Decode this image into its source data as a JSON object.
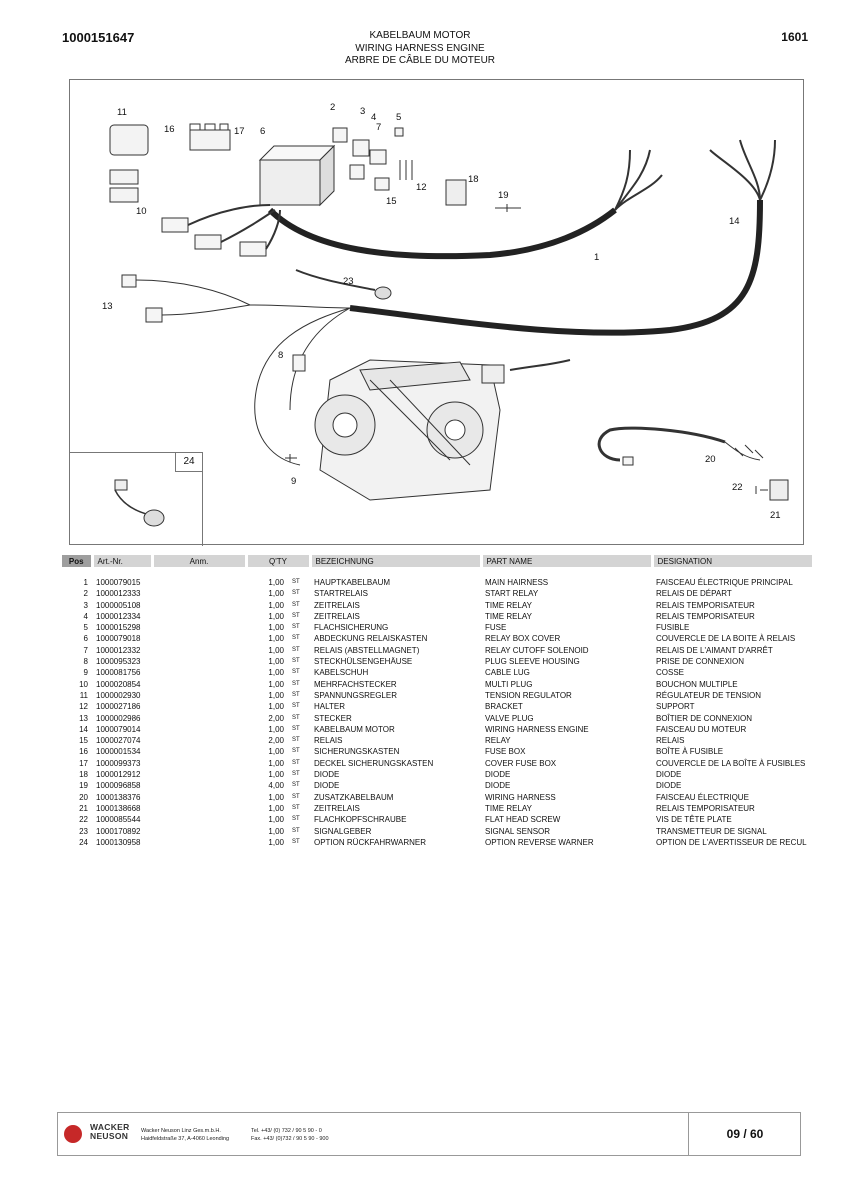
{
  "header": {
    "doc_number": "1000151647",
    "titles": [
      "KABELBAUM MOTOR",
      "WIRING HARNESS ENGINE",
      "ARBRE DE CÂBLE DU MOTEUR"
    ],
    "page_ref": "1601"
  },
  "drawing": {
    "inset_number": "24",
    "callouts": [
      {
        "label": "11"
      },
      {
        "label": "16"
      },
      {
        "label": "17"
      },
      {
        "label": "6"
      },
      {
        "label": "2"
      },
      {
        "label": "3"
      },
      {
        "label": "4"
      },
      {
        "label": "7"
      },
      {
        "label": "5"
      },
      {
        "label": "12"
      },
      {
        "label": "15"
      },
      {
        "label": "18"
      },
      {
        "label": "19"
      },
      {
        "label": "10"
      },
      {
        "label": "14"
      },
      {
        "label": "1"
      },
      {
        "label": "23"
      },
      {
        "label": "13"
      },
      {
        "label": "8"
      },
      {
        "label": "20"
      },
      {
        "label": "22"
      },
      {
        "label": "21"
      },
      {
        "label": "9"
      }
    ]
  },
  "table": {
    "headers": {
      "pos": "Pos",
      "art": "Art.-Nr.",
      "anm": "Anm.",
      "qty": "Q'TY",
      "de": "BEZEICHNUNG",
      "en": "PART NAME",
      "fr": "DESIGNATION"
    },
    "rows": [
      {
        "pos": "1",
        "art": "1000079015",
        "anm": "",
        "qty": "1,00",
        "unit": "ST",
        "de": "HAUPTKABELBAUM",
        "en": "MAIN HAIRNESS",
        "fr": "FAISCEAU ÉLECTRIQUE PRINCIPAL"
      },
      {
        "pos": "2",
        "art": "1000012333",
        "anm": "",
        "qty": "1,00",
        "unit": "ST",
        "de": "STARTRELAIS",
        "en": "START RELAY",
        "fr": "RELAIS DE DÉPART"
      },
      {
        "pos": "3",
        "art": "1000005108",
        "anm": "",
        "qty": "1,00",
        "unit": "ST",
        "de": "ZEITRELAIS",
        "en": "TIME RELAY",
        "fr": "RELAIS TEMPORISATEUR"
      },
      {
        "pos": "4",
        "art": "1000012334",
        "anm": "",
        "qty": "1,00",
        "unit": "ST",
        "de": "ZEITRELAIS",
        "en": "TIME RELAY",
        "fr": "RELAIS TEMPORISATEUR"
      },
      {
        "pos": "5",
        "art": "1000015298",
        "anm": "",
        "qty": "1,00",
        "unit": "ST",
        "de": "FLACHSICHERUNG",
        "en": "FUSE",
        "fr": "FUSIBLE"
      },
      {
        "pos": "6",
        "art": "1000079018",
        "anm": "",
        "qty": "1,00",
        "unit": "ST",
        "de": "ABDECKUNG RELAISKASTEN",
        "en": "RELAY BOX COVER",
        "fr": "COUVERCLE DE LA BOITE À RELAIS"
      },
      {
        "pos": "7",
        "art": "1000012332",
        "anm": "",
        "qty": "1,00",
        "unit": "ST",
        "de": "RELAIS (ABSTELLMAGNET)",
        "en": "RELAY CUTOFF SOLENOID",
        "fr": "RELAIS DE L'AIMANT D'ARRÊT"
      },
      {
        "pos": "8",
        "art": "1000095323",
        "anm": "",
        "qty": "1,00",
        "unit": "ST",
        "de": "STECKHÜLSENGEHÄUSE",
        "en": "PLUG SLEEVE HOUSING",
        "fr": "PRISE DE CONNEXION"
      },
      {
        "pos": "9",
        "art": "1000081756",
        "anm": "",
        "qty": "1,00",
        "unit": "ST",
        "de": "KABELSCHUH",
        "en": "CABLE LUG",
        "fr": "COSSE"
      },
      {
        "pos": "10",
        "art": "1000020854",
        "anm": "",
        "qty": "1,00",
        "unit": "ST",
        "de": "MEHRFACHSTECKER",
        "en": "MULTI PLUG",
        "fr": "BOUCHON MULTIPLE"
      },
      {
        "pos": "11",
        "art": "1000002930",
        "anm": "",
        "qty": "1,00",
        "unit": "ST",
        "de": "SPANNUNGSREGLER",
        "en": "TENSION REGULATOR",
        "fr": "RÉGULATEUR DE TENSION"
      },
      {
        "pos": "12",
        "art": "1000027186",
        "anm": "",
        "qty": "1,00",
        "unit": "ST",
        "de": "HALTER",
        "en": "BRACKET",
        "fr": "SUPPORT"
      },
      {
        "pos": "13",
        "art": "1000002986",
        "anm": "",
        "qty": "2,00",
        "unit": "ST",
        "de": "STECKER",
        "en": "VALVE PLUG",
        "fr": "BOÎTIER DE CONNEXION"
      },
      {
        "pos": "14",
        "art": "1000079014",
        "anm": "",
        "qty": "1,00",
        "unit": "ST",
        "de": "KABELBAUM MOTOR",
        "en": "WIRING HARNESS ENGINE",
        "fr": "FAISCEAU DU MOTEUR"
      },
      {
        "pos": "15",
        "art": "1000027074",
        "anm": "",
        "qty": "2,00",
        "unit": "ST",
        "de": "RELAIS",
        "en": "RELAY",
        "fr": "RELAIS"
      },
      {
        "pos": "16",
        "art": "1000001534",
        "anm": "",
        "qty": "1,00",
        "unit": "ST",
        "de": "SICHERUNGSKASTEN",
        "en": "FUSE BOX",
        "fr": "BOÎTE À FUSIBLE"
      },
      {
        "pos": "17",
        "art": "1000099373",
        "anm": "",
        "qty": "1,00",
        "unit": "ST",
        "de": "DECKEL SICHERUNGSKASTEN",
        "en": "COVER FUSE BOX",
        "fr": "COUVERCLE DE LA BOÎTE À FUSIBLES"
      },
      {
        "pos": "18",
        "art": "1000012912",
        "anm": "",
        "qty": "1,00",
        "unit": "ST",
        "de": "DIODE",
        "en": "DIODE",
        "fr": "DIODE"
      },
      {
        "pos": "19",
        "art": "1000096858",
        "anm": "",
        "qty": "4,00",
        "unit": "ST",
        "de": "DIODE",
        "en": "DIODE",
        "fr": "DIODE"
      },
      {
        "pos": "20",
        "art": "1000138376",
        "anm": "",
        "qty": "1,00",
        "unit": "ST",
        "de": "ZUSATZKABELBAUM",
        "en": "WIRING HARNESS",
        "fr": "FAISCEAU ÉLECTRIQUE"
      },
      {
        "pos": "21",
        "art": "1000138668",
        "anm": "",
        "qty": "1,00",
        "unit": "ST",
        "de": "ZEITRELAIS",
        "en": "TIME RELAY",
        "fr": "RELAIS TEMPORISATEUR"
      },
      {
        "pos": "22",
        "art": "1000085544",
        "anm": "",
        "qty": "1,00",
        "unit": "ST",
        "de": "FLACHKOPFSCHRAUBE",
        "en": "FLAT HEAD SCREW",
        "fr": "VIS DE TÊTE PLATE"
      },
      {
        "pos": "23",
        "art": "1000170892",
        "anm": "",
        "qty": "1,00",
        "unit": "ST",
        "de": "SIGNALGEBER",
        "en": "SIGNAL SENSOR",
        "fr": "TRANSMETTEUR DE SIGNAL"
      },
      {
        "pos": "24",
        "art": "1000130958",
        "anm": "",
        "qty": "1,00",
        "unit": "ST",
        "de": "OPTION RÜCKFAHRWARNER",
        "en": "OPTION REVERSE WARNER",
        "fr": "OPTION DE L'AVERTISSEUR DE RECUL"
      }
    ]
  },
  "footer": {
    "logo_text_1": "WACKER",
    "logo_text_2": "NEUSON",
    "company_name": "Wacker Neuson Linz Ges.m.b.H.",
    "company_address": "Haidfeldstraße 37, A-4060 Leonding",
    "tel": "Tel. +43/ (0) 732 / 90 5 90 - 0",
    "fax": "Fax. +43/ (0)732 / 90 5 90 - 900",
    "page_number": "09 / 60",
    "brand_color": "#c62828"
  }
}
